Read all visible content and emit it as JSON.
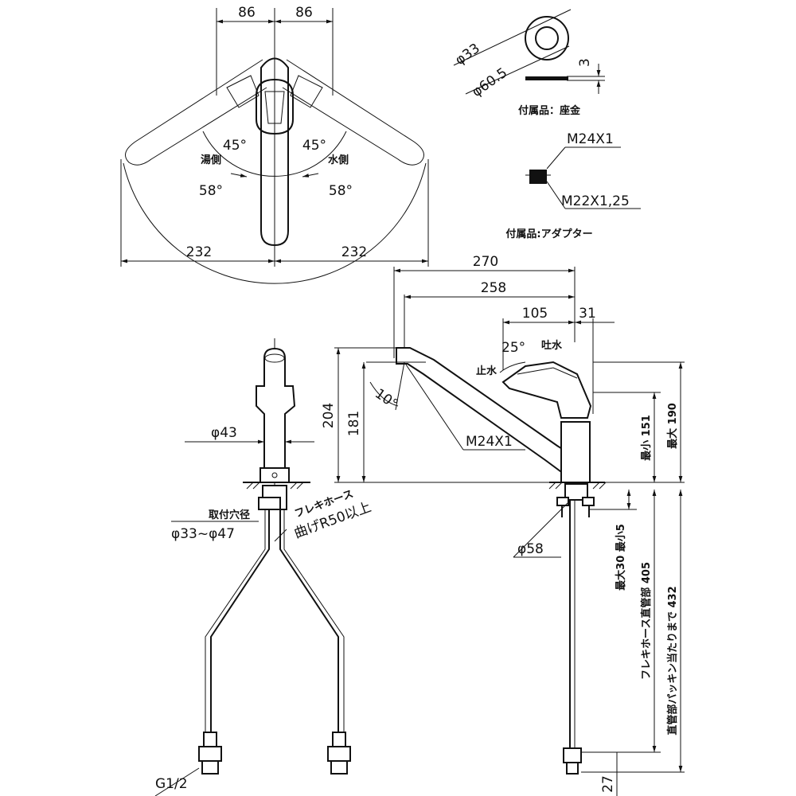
{
  "top_view": {
    "dim_left_86": "86",
    "dim_right_86": "86",
    "angle_hot_45": "45°",
    "angle_cold_45": "45°",
    "angle_hot_58": "58°",
    "angle_cold_58": "58°",
    "label_hot_side": "湯側",
    "label_cold_side": "水側",
    "dim_left_232": "232",
    "dim_right_232": "232"
  },
  "washer": {
    "dia_inner": "φ33",
    "dia_outer": "φ60.5",
    "thickness": "3",
    "caption": "付属品：座金"
  },
  "adapter": {
    "thread_top": "M24X1",
    "thread_bottom": "M22X1,25",
    "caption": "付属品:アダプター"
  },
  "side_view": {
    "dim_270": "270",
    "dim_258": "258",
    "dim_105": "105",
    "dim_31": "31",
    "angle_25": "25°",
    "label_spout": "吐水",
    "label_stop": "止水",
    "angle_10": "10°",
    "dim_204": "204",
    "dim_181": "181",
    "thread_spout": "M24X1",
    "dim_min_151": "最小 151",
    "dim_max_190": "最大 190",
    "dia_58": "φ58",
    "dim_hose_range": "最大30 最小5",
    "dim_405": "フレキホース直管部 405",
    "dim_432": "直管部パッキン当たりまで 432",
    "dim_27": "27"
  },
  "front_view": {
    "dia_43": "φ43",
    "label_mount_hole": "取付穴径",
    "dim_mount_hole": "φ33~φ47",
    "label_flex_hose": "フレキホース",
    "label_bend": "曲げR50以上",
    "label_thread": "G1/2"
  }
}
